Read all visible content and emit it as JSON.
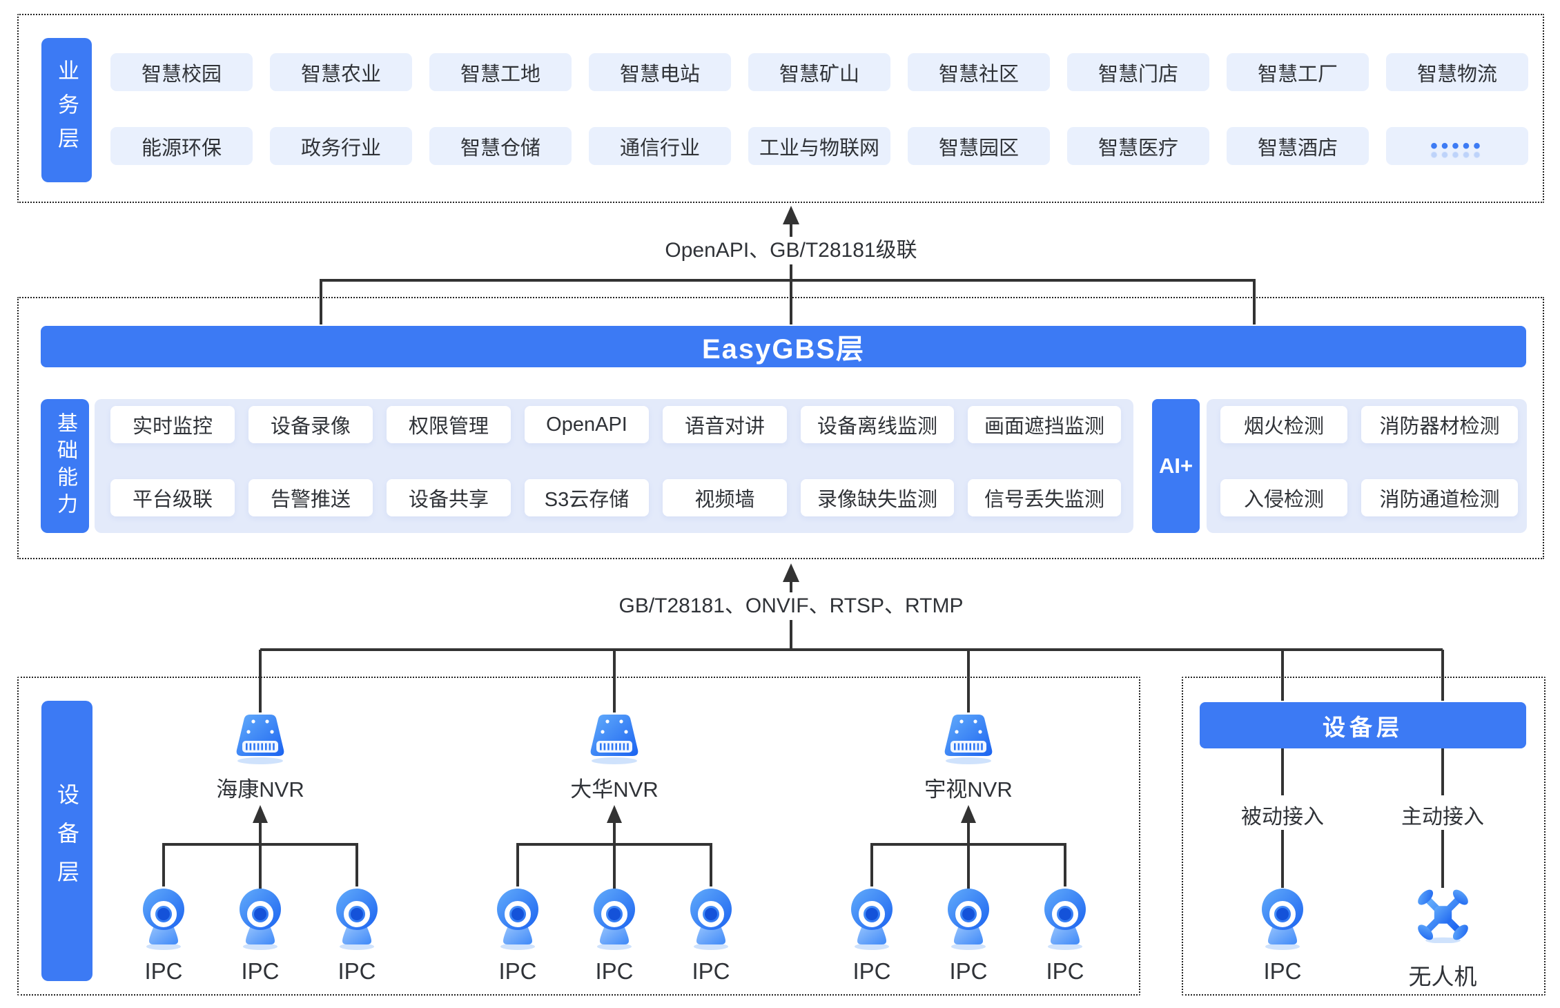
{
  "colors": {
    "primary_blue": "#3c7af4",
    "chip_bg": "#e9f0fd",
    "panel_bg": "#e3eafa",
    "line": "#333333",
    "icon_blue_light": "#63acfb",
    "icon_blue_dark": "#1b63f0"
  },
  "business_layer": {
    "label": "业务层",
    "row1": [
      "智慧校园",
      "智慧农业",
      "智慧工地",
      "智慧电站",
      "智慧矿山",
      "智慧社区",
      "智慧门店",
      "智慧工厂",
      "智慧物流"
    ],
    "row2": [
      "能源环保",
      "政务行业",
      "智慧仓储",
      "通信行业",
      "工业与物联网",
      "智慧园区",
      "智慧医疗",
      "智慧酒店"
    ],
    "more": "•••••"
  },
  "links": {
    "business_to_platform": "OpenAPI、GB/T28181级联",
    "platform_to_device": "GB/T28181、ONVIF、RTSP、RTMP"
  },
  "platform": {
    "banner": "EasyGBS层",
    "capabilities_label": "基础能力",
    "cap_row1": [
      "实时监控",
      "设备录像",
      "权限管理",
      "OpenAPI",
      "语音对讲",
      "设备离线监测",
      "画面遮挡监测"
    ],
    "cap_row2": [
      "平台级联",
      "告警推送",
      "设备共享",
      "S3云存储",
      "视频墙",
      "录像缺失监测",
      "信号丢失监测"
    ],
    "ai_label": "AI+",
    "ai_row1": [
      "烟火检测",
      "消防器材检测"
    ],
    "ai_row2": [
      "入侵检测",
      "消防通道检测"
    ]
  },
  "devices_left": {
    "label": "设备层",
    "groups": [
      {
        "nvr": "海康NVR",
        "ipcs": [
          "IPC",
          "IPC",
          "IPC"
        ]
      },
      {
        "nvr": "大华NVR",
        "ipcs": [
          "IPC",
          "IPC",
          "IPC"
        ]
      },
      {
        "nvr": "宇视NVR",
        "ipcs": [
          "IPC",
          "IPC",
          "IPC"
        ]
      }
    ]
  },
  "devices_right": {
    "banner": "设备层",
    "columns": [
      {
        "access": "被动接入",
        "device": "IPC"
      },
      {
        "access": "主动接入",
        "device": "无人机"
      }
    ]
  }
}
